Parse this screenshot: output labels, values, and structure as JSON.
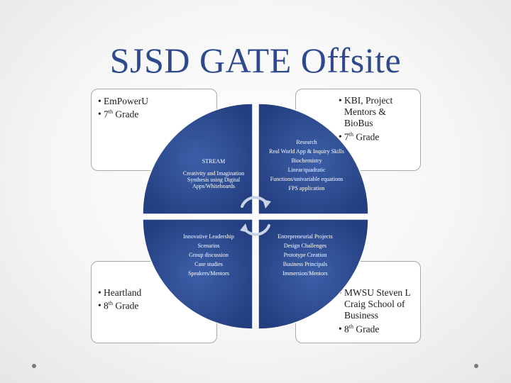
{
  "title": "SJSD GATE Offsite",
  "boxes": {
    "top_left": {
      "line1": "EmPowerU",
      "grade_num": "7",
      "grade_sup": "th",
      "grade_word": " Grade"
    },
    "top_right": {
      "line1": "KBI, Project Mentors & BioBus",
      "grade_num": "7",
      "grade_sup": "th",
      "grade_word": " Grade"
    },
    "bottom_left": {
      "line1": "Heartland",
      "grade_num": "8",
      "grade_sup": "th",
      "grade_word": " Grade"
    },
    "bottom_right": {
      "line1": "MWSU Steven L Craig School of Business",
      "grade_num": "8",
      "grade_sup": "th",
      "grade_word": " Grade"
    }
  },
  "quadrants": {
    "top_left": {
      "heading": "STREAM",
      "items": [
        "Creativity and Imagination Synthesis using Digital Apps/Whiteboards"
      ]
    },
    "top_right": {
      "items": [
        "Research",
        "Real World App & Inquiry Skills",
        "Biochemistry",
        "Linear/quadratic",
        "Functions/univariable equations",
        "FPS application"
      ]
    },
    "bottom_left": {
      "items": [
        "Innovative Leadership",
        "Scenarios",
        "Group discussion",
        "Case studies",
        "Speakers/Mentors"
      ]
    },
    "bottom_right": {
      "items": [
        "Entrepreneurial Projects",
        "Design Challenges",
        "Prototype Creation",
        "Business Principals",
        "Immersion/Mentors"
      ]
    }
  },
  "colors": {
    "title": "#2e4a8c",
    "quadrant_fill": "#2b4a8e",
    "quadrant_edge": "#1f3670"
  }
}
